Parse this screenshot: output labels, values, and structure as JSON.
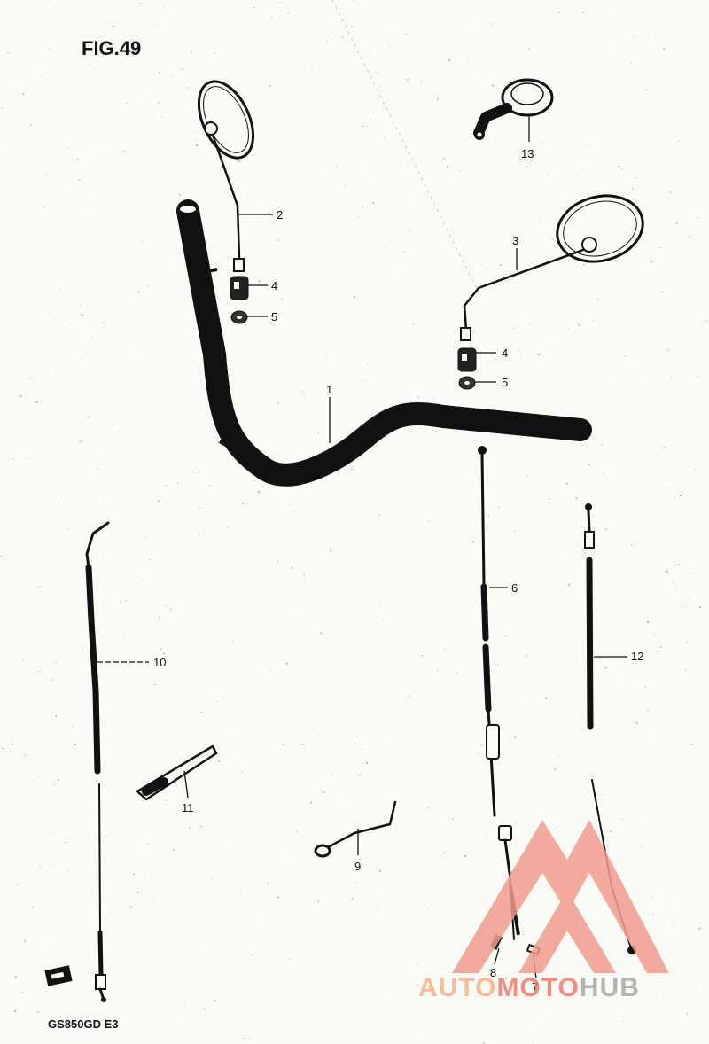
{
  "figure": {
    "title": "FIG.49",
    "model": "GS850GD E3"
  },
  "callouts": [
    "1",
    "2",
    "3",
    "4",
    "5",
    "4",
    "5",
    "6",
    "7",
    "8",
    "9",
    "10",
    "11",
    "12",
    "13"
  ],
  "watermark": {
    "word_a": "AUTO",
    "word_b": "MOTO",
    "word_c": "HUB",
    "colors": {
      "a": "#f5b08a",
      "b": "#f07a6e",
      "c": "#a8a8a8",
      "logo": "#f29a8e"
    }
  }
}
